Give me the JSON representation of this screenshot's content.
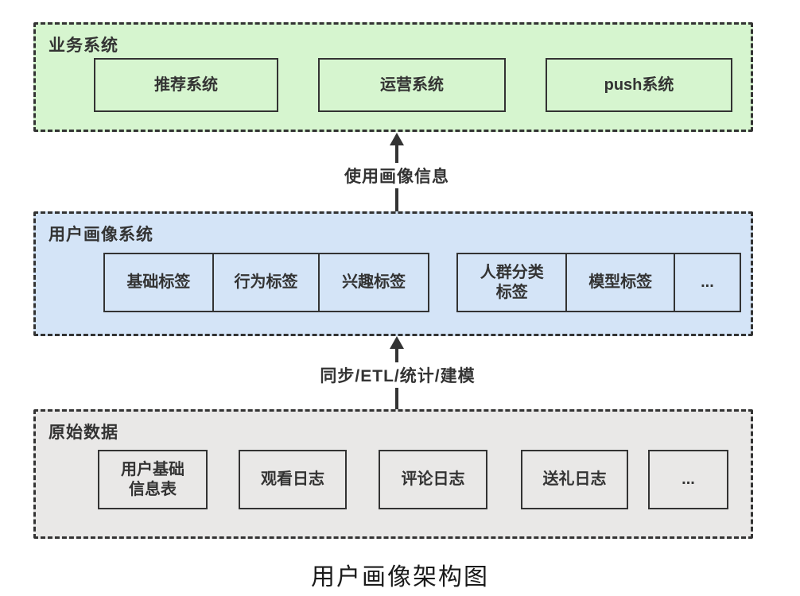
{
  "diagram": {
    "caption": "用户画像架构图",
    "layers": {
      "business": {
        "label": "业务系统",
        "boxes": [
          "推荐系统",
          "运营系统",
          "push系统"
        ]
      },
      "profile": {
        "label": "用户画像系统",
        "group1": [
          "基础标签",
          "行为标签",
          "兴趣标签"
        ],
        "group2": [
          "人群分类标签",
          "模型标签",
          "..."
        ]
      },
      "raw": {
        "label": "原始数据",
        "boxes": [
          "用户基础信息表",
          "观看日志",
          "评论日志",
          "送礼日志",
          "..."
        ]
      }
    },
    "arrows": {
      "profile_to_business": "使用画像信息",
      "raw_to_profile": "同步/ETL/统计/建模"
    }
  },
  "colors": {
    "business_bg": "#d6f5cf",
    "profile_bg": "#d4e4f7",
    "raw_bg": "#e9e8e7",
    "border": "#333333",
    "page_bg": "#ffffff"
  }
}
